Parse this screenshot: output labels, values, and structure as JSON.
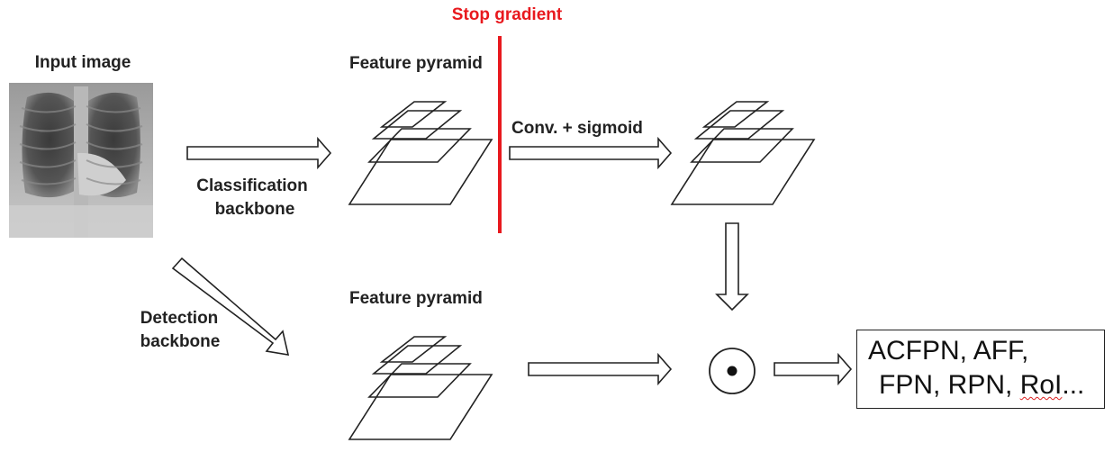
{
  "labels": {
    "stop_gradient": "Stop gradient",
    "input_image": "Input image",
    "feature_pyramid_top": "Feature pyramid",
    "feature_pyramid_bottom": "Feature pyramid",
    "classification": "Classification",
    "backbone_cls": "backbone",
    "detection": "Detection",
    "backbone_det": "backbone",
    "conv_sigmoid": "Conv. + sigmoid"
  },
  "output": {
    "line1": "ACFPN, AFF,",
    "line2_a": "FPN, RPN, ",
    "line2_b": "RoI",
    "line2_c": "..."
  },
  "colors": {
    "stop_line": "#e8191e",
    "stroke": "#222222"
  }
}
